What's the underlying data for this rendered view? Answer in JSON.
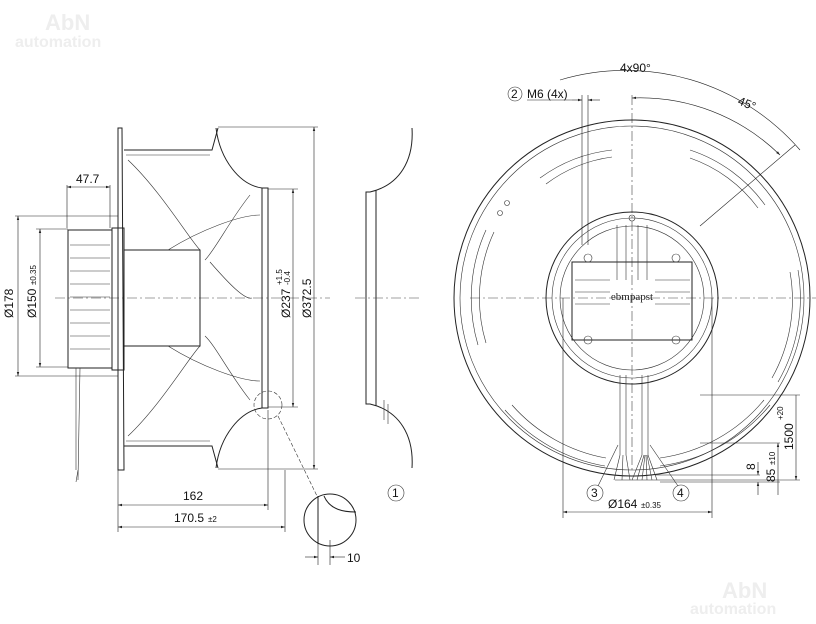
{
  "watermark": {
    "line1": "AbN",
    "line2": "automation"
  },
  "side_view": {
    "dim_motor_depth": "47.7",
    "dim_dia_178": "Ø178",
    "dim_dia_150": "Ø150",
    "dim_dia_150_tol": "±0.35",
    "dim_dia_237": "Ø237",
    "dim_dia_237_tol_plus": "+1.5",
    "dim_dia_237_tol_minus": "-0.4",
    "dim_dia_372": "Ø372.5",
    "dim_length_162": "162",
    "dim_length_170": "170.5",
    "dim_length_170_tol": "±2",
    "dim_detail_10": "10",
    "callout_1": "1"
  },
  "front_view": {
    "angle_4x90": "4x90°",
    "angle_45": "45°",
    "callout_2": "2",
    "thread_label": "M6 (4x)",
    "brand_logo": "ebmpapst",
    "callout_3": "3",
    "callout_4": "4",
    "dim_dia_164": "Ø164",
    "dim_dia_164_tol": "±0.35",
    "dim_8": "8",
    "dim_85": "85",
    "dim_85_tol": "±10",
    "dim_1500": "1500",
    "dim_1500_tol": "+20"
  }
}
